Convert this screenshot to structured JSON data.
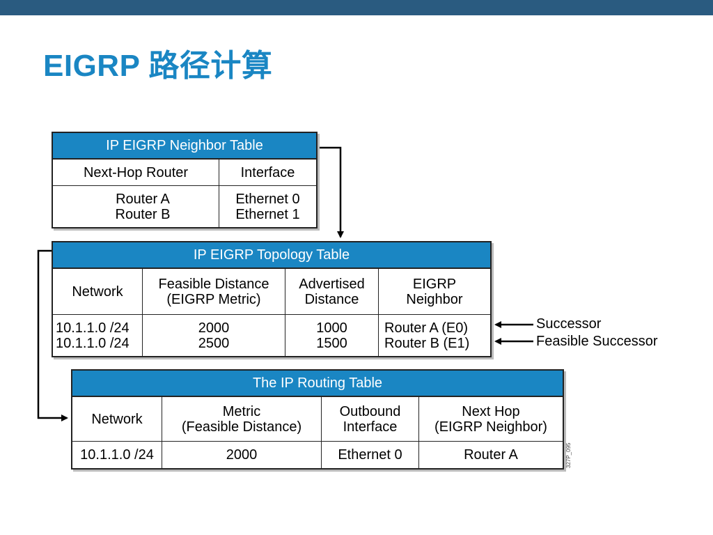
{
  "slide": {
    "title": "EIGRP 路径计算",
    "figure_id": "327P_095",
    "colors": {
      "top_bar": "#2a5b80",
      "title": "#1a86c3",
      "table_header": "#1a86c3"
    }
  },
  "neighbor_table": {
    "title": "IP EIGRP Neighbor Table",
    "columns": [
      "Next-Hop Router",
      "Interface"
    ],
    "rows": [
      {
        "router": "Router A\nRouter B",
        "interface": "Ethernet 0\nEthernet 1"
      }
    ]
  },
  "topology_table": {
    "title": "IP EIGRP Topology Table",
    "columns": [
      "Network",
      "Feasible Distance\n(EIGRP Metric)",
      "Advertised\nDistance",
      "EIGRP\nNeighbor"
    ],
    "rows": [
      {
        "network": "10.1.1.0 /24\n10.1.1.0 /24",
        "fd": "2000\n2500",
        "ad": "1000\n1500",
        "neighbor": "Router A (E0)\nRouter B (E1)"
      }
    ]
  },
  "routing_table": {
    "title": "The IP Routing Table",
    "columns": [
      "Network",
      "Metric\n(Feasible Distance)",
      "Outbound\nInterface",
      "Next Hop\n(EIGRP Neighbor)"
    ],
    "rows": [
      {
        "network": "10.1.1.0 /24",
        "metric": "2000",
        "interface": "Ethernet 0",
        "next_hop": "Router A"
      }
    ]
  },
  "annotations": {
    "successor": "Successor",
    "feasible_successor": "Feasible Successor"
  }
}
